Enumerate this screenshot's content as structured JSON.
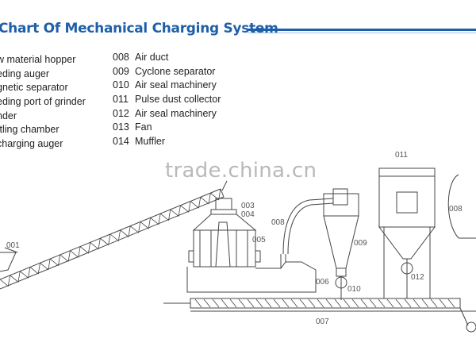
{
  "title": "Chart Of Mechanical Charging System",
  "watermark": "trade.china.cn",
  "legend_left": [
    "w material hopper",
    "eding auger",
    "gnetic separator",
    "eding port of grinder",
    "nder",
    "ttling chamber",
    "charging auger"
  ],
  "legend_right": [
    {
      "num": "008",
      "text": "Air duct"
    },
    {
      "num": "009",
      "text": "Cyclone separator"
    },
    {
      "num": "010",
      "text": "Air seal machinery"
    },
    {
      "num": "011",
      "text": "Pulse dust collector"
    },
    {
      "num": "012",
      "text": "Air seal machinery"
    },
    {
      "num": "013",
      "text": "Fan"
    },
    {
      "num": "014",
      "text": "Muffler"
    }
  ],
  "labels": {
    "l001": "001",
    "l003": "003",
    "l004": "004",
    "l005": "005",
    "l006": "006",
    "l007": "007",
    "l008a": "008",
    "l008b": "008",
    "l009": "009",
    "l010": "010",
    "l011": "011",
    "l012": "012"
  }
}
